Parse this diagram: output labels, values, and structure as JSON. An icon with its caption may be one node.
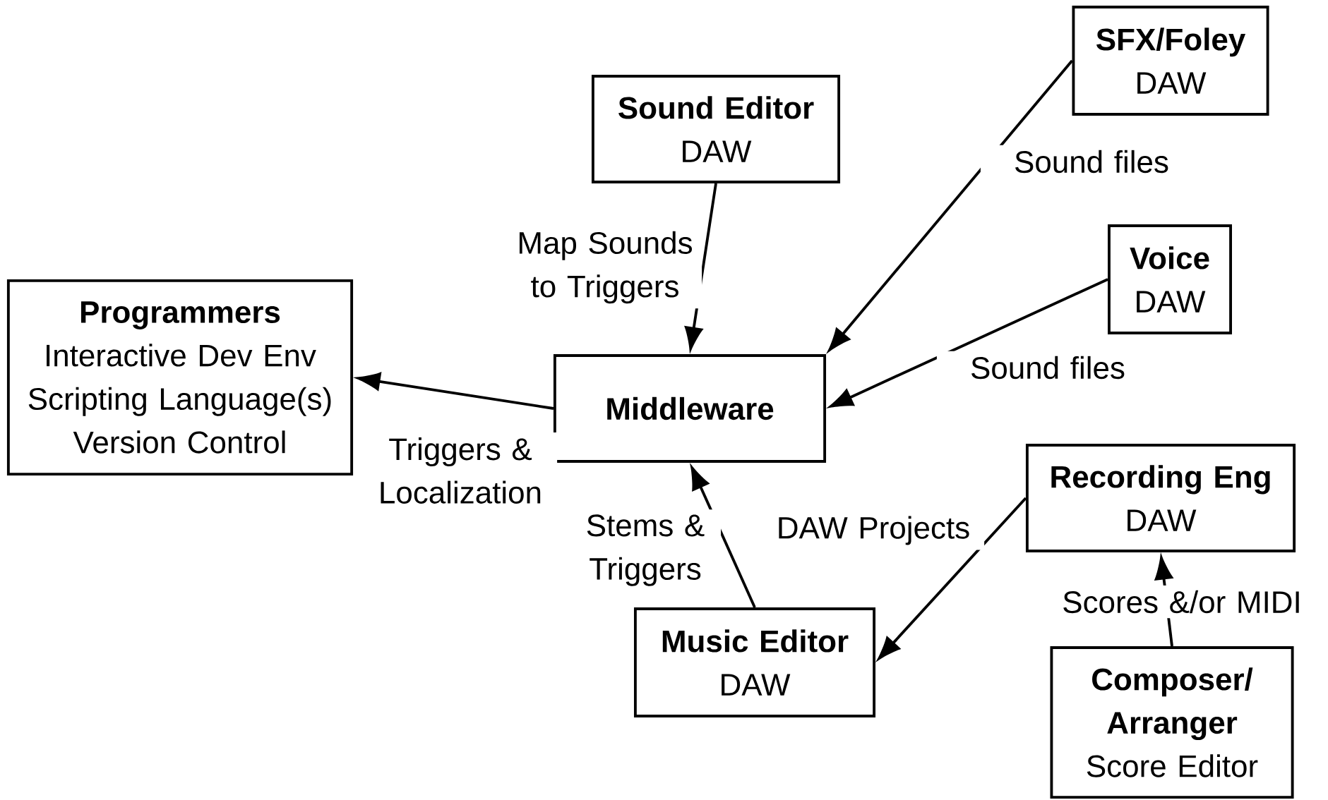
{
  "diagram": {
    "nodes": [
      {
        "text": [
          "SFX/Foley",
          "DAW"
        ]
      },
      {
        "text": [
          "Sound Editor",
          "DAW"
        ]
      },
      {
        "text": [
          "Voice",
          "DAW"
        ]
      },
      {
        "text": [
          "Programmers",
          "Interactive Dev Env",
          "Scripting Language(s)",
          "Version Control"
        ]
      },
      {
        "text": [
          "Middleware"
        ]
      },
      {
        "text": [
          "Recording Eng",
          "DAW"
        ]
      },
      {
        "text": [
          "Music Editor",
          "DAW"
        ]
      },
      {
        "text": [
          "Composer/ Arranger",
          "Score Editor"
        ]
      }
    ],
    "edges": [
      {
        "from": 0,
        "to": 4,
        "arrow": "to",
        "label": "Sound files"
      },
      {
        "from": 1,
        "to": 4,
        "arrow": "to",
        "label": "Map Sounds to Triggers"
      },
      {
        "from": 2,
        "to": 4,
        "arrow": "to",
        "label": "Sound files"
      },
      {
        "from": 4,
        "to": 3,
        "arrow": "to",
        "label": "Triggers & Localization"
      },
      {
        "from": 6,
        "to": 4,
        "arrow": "to",
        "label": "Stems & Triggers"
      },
      {
        "from": 5,
        "to": 6,
        "arrow": "to",
        "label": "DAW Projects"
      },
      {
        "from": 7,
        "to": 5,
        "arrow": "to",
        "label": "Scores &/or MIDI"
      }
    ]
  }
}
